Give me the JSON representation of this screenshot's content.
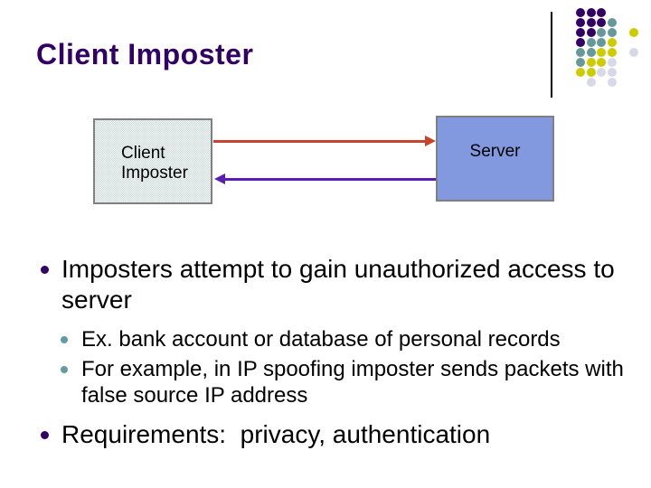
{
  "slide": {
    "title": "Client Imposter"
  },
  "diagram": {
    "client_box": {
      "line1": "Client",
      "line2": "Imposter"
    },
    "server_box": {
      "label": "Server"
    },
    "request_arrow_direction": "client-to-server",
    "response_arrow_direction": "server-to-client"
  },
  "bullets": [
    {
      "level": 1,
      "text": "Imposters attempt to gain unauthorized access to server"
    },
    {
      "level": 2,
      "text": "Ex. bank account or database of personal records"
    },
    {
      "level": 2,
      "text": "For example, in IP spoofing imposter sends packets with false source IP address"
    },
    {
      "level": 1,
      "text": "Requirements:  privacy, authentication"
    }
  ],
  "colors": {
    "background": "#ffffff",
    "text": "#000000",
    "title": "#330066",
    "box_border": "#808080",
    "client_box_checker": "#c5d7d7",
    "server_box_fill": "#8299df",
    "request_arrow": "#c8432b",
    "response_arrow": "#5a1eb2",
    "bullet_level1": "#330066",
    "bullet_level2": "#639c9c",
    "logo_line": "#000000"
  },
  "logo": {
    "dot_colors": {
      "P": "#330066",
      "T": "#669999",
      "Y": "#cccc00",
      "L": "#d8d8e8"
    },
    "grid": [
      "PPP...",
      "PPPT..",
      "PPTT.Y",
      "PTTY..",
      "TTYY.L",
      "TYYL..",
      "YYLL..",
      ".L.L.."
    ]
  }
}
